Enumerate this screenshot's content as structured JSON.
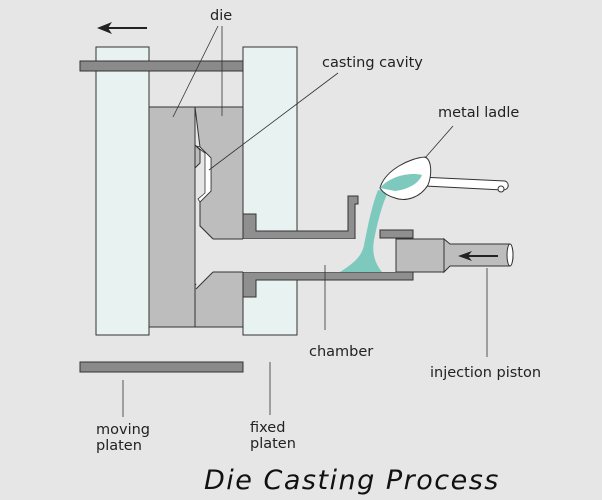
{
  "title": "Die Casting Process",
  "labels": {
    "die": "die",
    "casting_cavity": "casting cavity",
    "metal_ladle": "metal ladle",
    "chamber": "chamber",
    "injection_piston": "injection piston",
    "moving_platen_line1": "moving",
    "moving_platen_line2": "platen",
    "fixed_platen_line1": "fixed",
    "fixed_platen_line2": "platen"
  },
  "colors": {
    "background": "#e6e6e6",
    "platen": "#e8f3f1",
    "die": "#bdbdbd",
    "tie_bar": "#8a8a8a",
    "chamber": "#8f8f8f",
    "molten_metal": "#7ec9bd",
    "outline": "#333333"
  }
}
